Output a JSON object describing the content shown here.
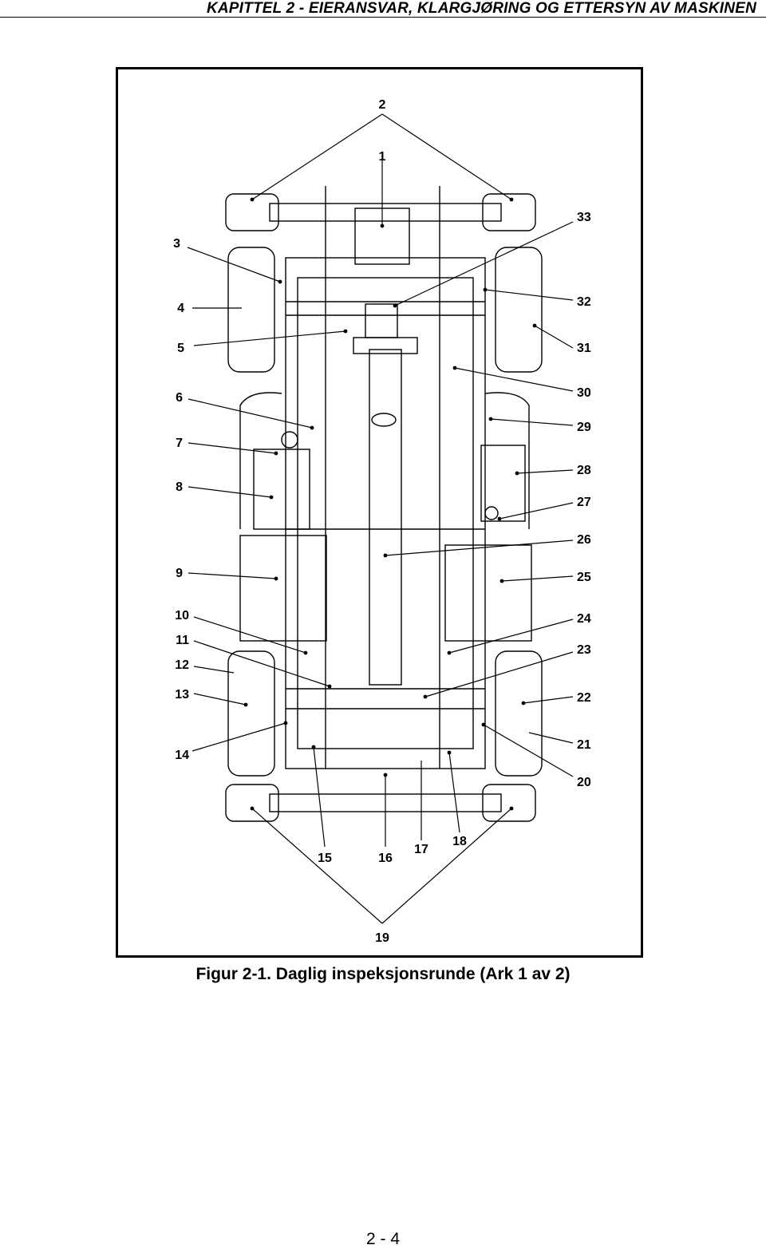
{
  "header": {
    "title": "KAPITTEL 2 - EIERANSVAR, KLARGJØRING OG ETTERSYN AV MASKINEN"
  },
  "figure": {
    "callouts": [
      "1",
      "2",
      "3",
      "4",
      "5",
      "6",
      "7",
      "8",
      "9",
      "10",
      "11",
      "12",
      "13",
      "14",
      "15",
      "16",
      "17",
      "18",
      "19",
      "20",
      "21",
      "22",
      "23",
      "24",
      "25",
      "26",
      "27",
      "28",
      "29",
      "30",
      "31",
      "32",
      "33"
    ]
  },
  "caption": "Figur 2-1.  Daglig inspeksjonsrunde (Ark 1 av 2)",
  "page_number": "2 - 4",
  "colors": {
    "ink": "#000000",
    "paper": "#ffffff"
  }
}
